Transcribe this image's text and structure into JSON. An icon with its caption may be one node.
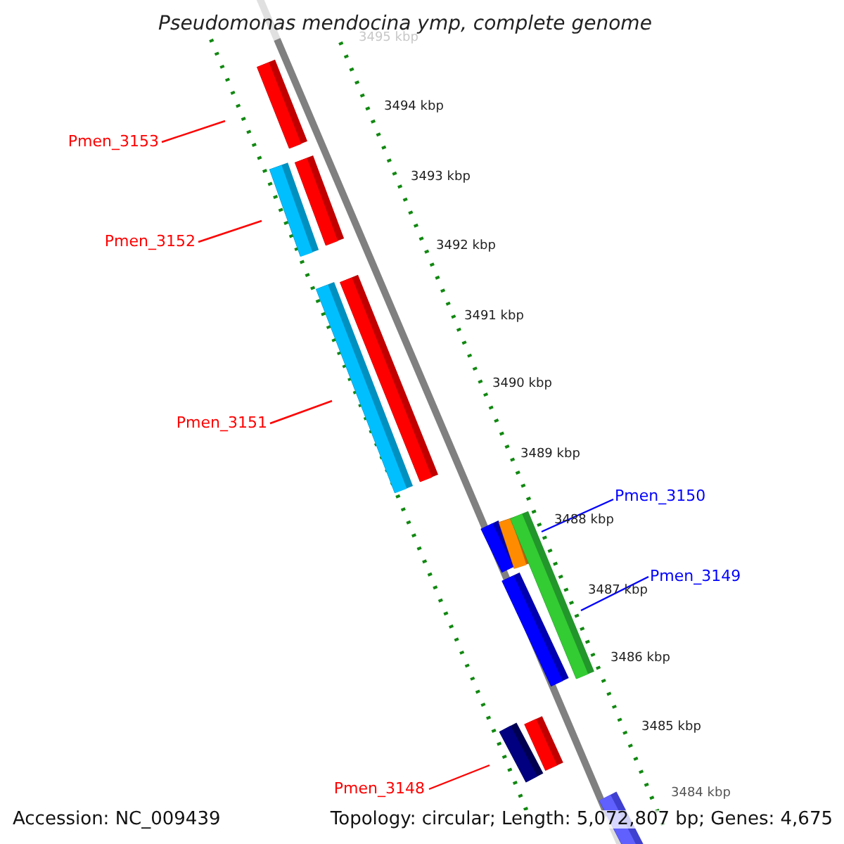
{
  "diagram": {
    "title": "Pseudomonas mendocina ymp, complete genome",
    "nodes": [
      {
        "text": [
          "Pmen_3153"
        ]
      },
      {
        "text": [
          "Pmen_3152"
        ]
      },
      {
        "text": [
          "Pmen_3151"
        ]
      },
      {
        "text": [
          "Pmen_3150"
        ]
      },
      {
        "text": [
          "Pmen_3149"
        ]
      },
      {
        "text": [
          "Pmen_3148"
        ]
      }
    ],
    "edges": [
      {
        "from": 0,
        "to": null,
        "arrow": "none"
      },
      {
        "from": 1,
        "to": null,
        "arrow": "none"
      },
      {
        "from": 2,
        "to": null,
        "arrow": "none"
      },
      {
        "from": 3,
        "to": null,
        "arrow": "none",
        "color": "#0000ff"
      },
      {
        "from": 4,
        "to": null,
        "arrow": "none",
        "color": "#0000ff"
      },
      {
        "from": 5,
        "to": null,
        "arrow": "none"
      }
    ],
    "labels": [
      "3495 kbp",
      "3494 kbp",
      "3493 kbp",
      "3492 kbp",
      "3491 kbp",
      "3490 kbp",
      "3489 kbp",
      "3488 kbp",
      "3487 kbp",
      "3486 kbp",
      "3485 kbp",
      "3484 kbp",
      "Accession: NC_009439",
      "Topology: circular; Length: 5,072,807 bp; Genes: 4,675"
    ]
  }
}
